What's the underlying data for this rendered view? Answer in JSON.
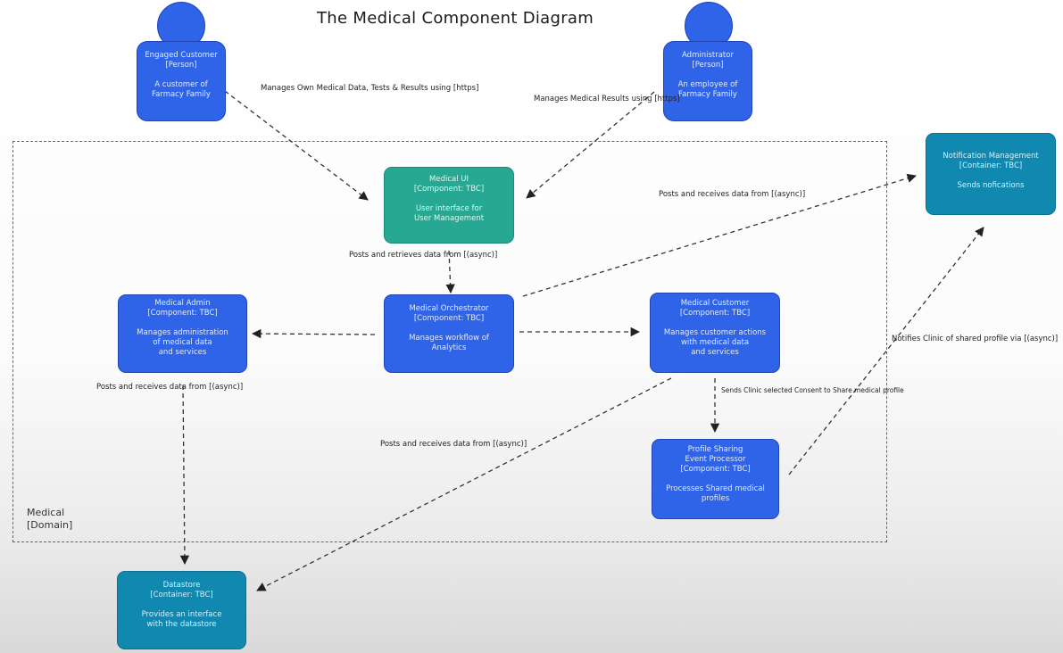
{
  "title": "The Medical Component Diagram",
  "boundary": {
    "name": "Medical",
    "type": "[Domain]"
  },
  "persons": {
    "engaged_customer": {
      "name": "Engaged Customer",
      "type": "[Person]",
      "desc": [
        "A customer of",
        "Farmacy Family"
      ]
    },
    "administrator": {
      "name": "Administrator",
      "type": "[Person]",
      "desc": [
        "An employee of",
        "Farmacy Family"
      ]
    }
  },
  "nodes": {
    "medical_ui": {
      "name": "Medical UI",
      "type": "[Component: TBC]",
      "desc": [
        "User interface for",
        "User Management"
      ]
    },
    "medical_orchestrator": {
      "name": "Medical Orchestrator",
      "type": "[Component: TBC]",
      "desc": [
        "Manages workflow of",
        "Analytics"
      ]
    },
    "medical_admin": {
      "name": "Medical Admin",
      "type": "[Component: TBC]",
      "desc": [
        "Manages administration",
        "of medical data",
        "and services"
      ]
    },
    "medical_customer": {
      "name": "Medical Customer",
      "type": "[Component: TBC]",
      "desc": [
        "Manages customer actions",
        "with medical data",
        "and services"
      ]
    },
    "profile_sharing": {
      "name": [
        "Profile Sharing",
        "Event Processor"
      ],
      "type": "[Component: TBC]",
      "desc": [
        "Processes Shared medical",
        "profiles"
      ]
    },
    "notification_mgmt": {
      "name": "Notification Management",
      "type": "[Container: TBC]",
      "desc": [
        "Sends nofications"
      ]
    },
    "datastore": {
      "name": "Datastore",
      "type": "[Container: TBC]",
      "desc": [
        "Provides an interface",
        "with the datastore"
      ]
    }
  },
  "edge_labels": {
    "customer_to_ui": [
      "Manages Own Medical",
      "Data, Tests &",
      "Results using",
      "[https]"
    ],
    "admin_to_ui": [
      "Manages Medical",
      "Results using",
      "[https]"
    ],
    "ui_to_orchestrator": [
      "Posts and retrieves",
      "data from",
      "[(async)]"
    ],
    "orchestrator_to_notification": [
      "Posts and",
      "receives data",
      "from",
      "[(async)]"
    ],
    "admin_to_datastore": [
      "Posts and",
      "receives data",
      "from",
      "[(async)]"
    ],
    "customer_to_datastore": [
      "Posts and",
      "receives data",
      "from",
      "[(async)]"
    ],
    "customer_to_profile": [
      "Sends Clinic selected",
      "Consent to Share medical",
      "profile"
    ],
    "profile_to_notification": [
      "Notifies Clinic",
      "of shared profile",
      "via",
      "[(async)]"
    ]
  }
}
